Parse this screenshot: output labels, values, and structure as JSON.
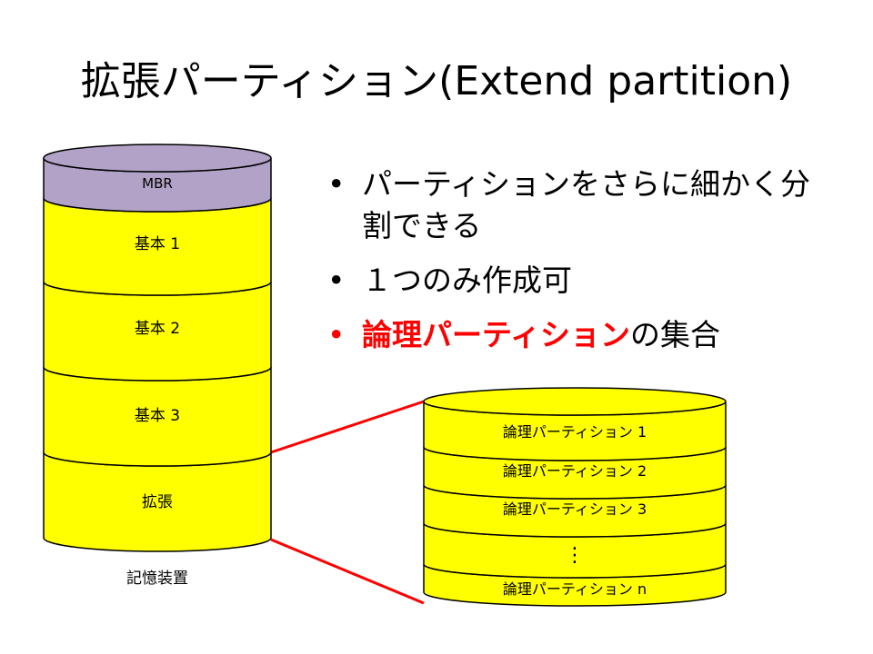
{
  "title": "拡張パーティション(Extend partition)",
  "bullets": [
    {
      "text": "パーティションをさらに細かく分割できる"
    },
    {
      "text": "１つのみ作成可"
    },
    {
      "highlight": "論理パーティション",
      "rest": "の集合",
      "highlight_color": "#ff0000"
    }
  ],
  "storage": {
    "segments": [
      "MBR",
      "基本 1",
      "基本 2",
      "基本 3",
      "拡張"
    ],
    "caption": "記憶装置"
  },
  "extended": {
    "segments": [
      "論理パーティション 1",
      "論理パーティション 2",
      "論理パーティション 3",
      "⋮",
      "論理パーティション n"
    ]
  },
  "colors": {
    "mbr_fill": "#b3a2c7",
    "partition_fill": "#ffff00",
    "outline": "#000000",
    "connector": "#ff0000"
  }
}
